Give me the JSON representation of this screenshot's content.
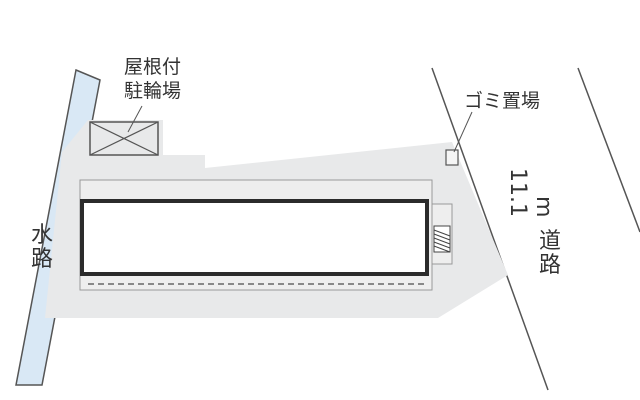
{
  "labels": {
    "covered_bike_parking_line1": "屋根付",
    "covered_bike_parking_line2": "駐輪場",
    "garbage_area": "ゴミ置場",
    "waterway_vertical": "水\n路",
    "road_width": "11.1",
    "road_unit": "m",
    "road_vertical": "道\n路"
  },
  "colors": {
    "lot": "#e8e9ea",
    "waterway": "#d9e8f5",
    "building_outline": "#2b2b2b",
    "lines": "#555555",
    "text": "#333333"
  }
}
